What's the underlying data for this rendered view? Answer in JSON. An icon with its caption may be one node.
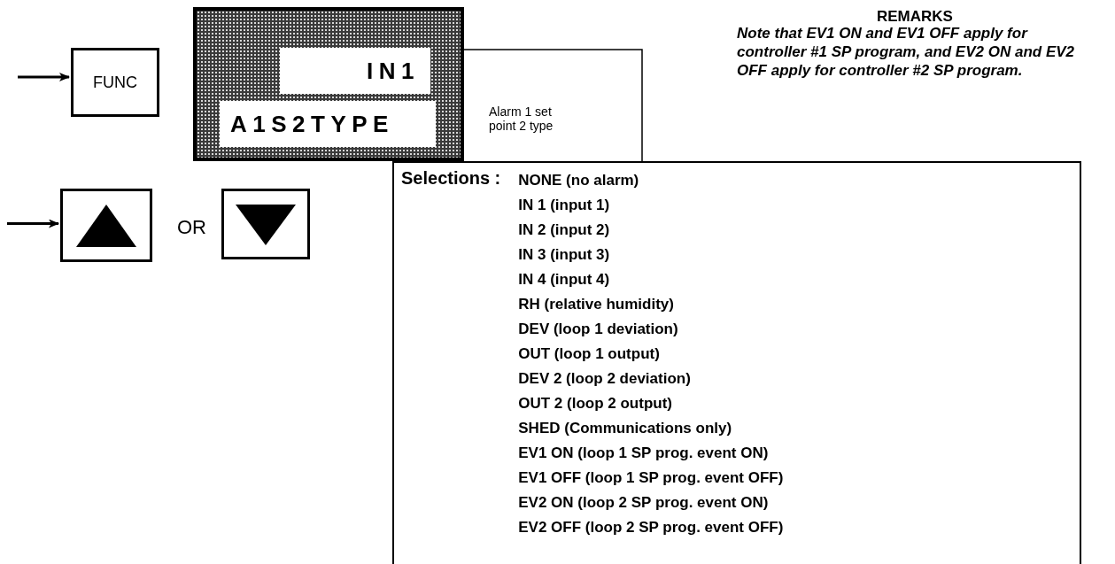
{
  "diagram": {
    "nodes": [
      {
        "text": [
          "FUNC"
        ]
      },
      {
        "text": [],
        "shape": "box"
      },
      {
        "text": [
          "IN1"
        ],
        "in": 1
      },
      {
        "text": [
          "A1S2TYPE"
        ],
        "in": 1
      },
      {
        "text": [],
        "shape": "box"
      },
      {
        "text": [],
        "shape": "box"
      },
      {
        "text": [
          "Selections :",
          "NONE (no alarm)",
          "IN 1 (input 1)",
          "IN 2 (input 2)",
          "IN 3 (input 3)",
          "IN 4 (input 4)",
          "RH (relative humidity)",
          "DEV (loop 1 deviation)",
          "OUT (loop 1 output)",
          "DEV 2 (loop 2 deviation)",
          "OUT 2 (loop 2 output)",
          "SHED (Communications only)",
          "EV1 ON (loop 1 SP prog. event ON)",
          "EV1 OFF (loop 1 SP prog. event OFF)",
          "EV2 ON (loop 2 SP prog. event ON)",
          "EV2 OFF (loop 2 SP prog. event OFF)"
        ]
      }
    ],
    "edges": [
      {
        "from": null,
        "to": 0,
        "arrow": "to"
      },
      {
        "from": null,
        "to": 4,
        "arrow": "to"
      },
      {
        "from": 6,
        "to": 2,
        "arrow": "to"
      }
    ],
    "labels": [
      "OR",
      "REMARKS",
      "Note that EV1 ON and EV1 OFF apply for controller #1 SP program, and EV2 ON and EV2 OFF apply for controller #2 SP program.",
      "Alarm 1 set point 2 type"
    ]
  }
}
